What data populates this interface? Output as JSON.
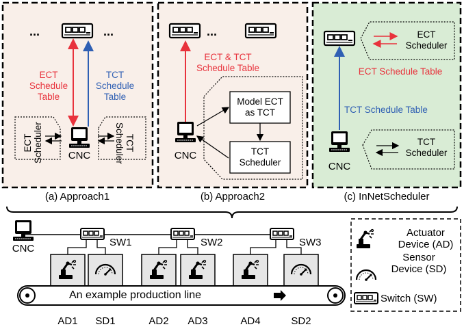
{
  "panels": {
    "a": {
      "caption": "(a) Approach1",
      "ect_table": [
        "ECT",
        "Schedule",
        "Table"
      ],
      "tct_table": [
        "TCT",
        "Schedule",
        "Table"
      ],
      "ect_scheduler": [
        "ECT",
        "Scheduler"
      ],
      "tct_scheduler": [
        "TCT",
        "Scheduler"
      ],
      "cnc": "CNC",
      "ellipsis": "..."
    },
    "b": {
      "caption": "(b) Approach2",
      "table": [
        "ECT & TCT",
        "Schedule Table"
      ],
      "model_box": [
        "Model ECT",
        "as TCT"
      ],
      "scheduler_box": [
        "TCT",
        "Scheduler"
      ],
      "cnc": "CNC",
      "ellipsis": "..."
    },
    "c": {
      "caption": "(c) InNetScheduler",
      "ect_scheduler": [
        "ECT",
        "Scheduler"
      ],
      "ect_table": "ECT Schedule Table",
      "tct_table": "TCT  Schedule Table",
      "tct_scheduler": [
        "TCT",
        "Scheduler"
      ],
      "cnc": "CNC"
    }
  },
  "network": {
    "cnc": "CNC",
    "switches": [
      "SW1",
      "SW2",
      "SW3"
    ],
    "production_line": "An example production line",
    "devices": [
      "AD1",
      "SD1",
      "AD2",
      "AD3",
      "AD4",
      "SD2"
    ]
  },
  "legend": {
    "actuator": [
      "Actuator",
      "Device (AD)"
    ],
    "sensor": [
      "Sensor",
      "Device (SD)"
    ],
    "switch": "Switch (SW)"
  },
  "colors": {
    "panel_a_bg": "#f9efe9",
    "panel_b_bg": "#f9efe9",
    "panel_c_bg": "#d9ecd5",
    "ect_red": "#e8323c",
    "tct_blue": "#2f5fb3"
  }
}
